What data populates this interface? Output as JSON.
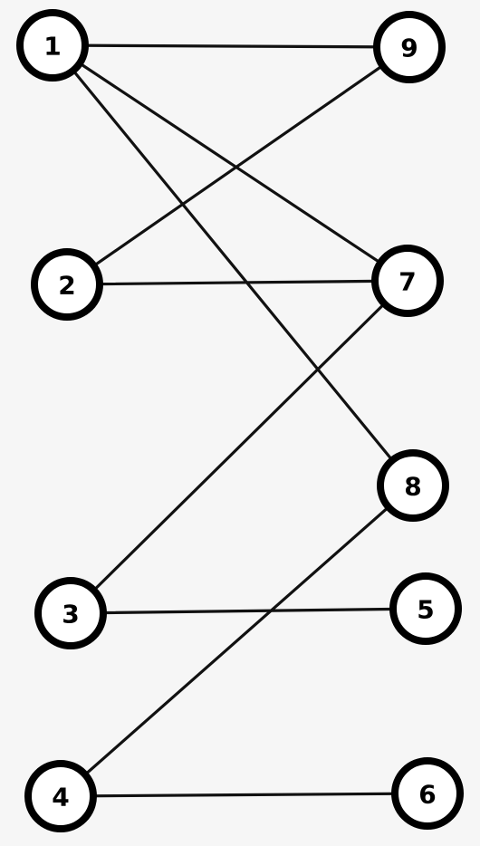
{
  "graph": {
    "nodes": [
      {
        "id": "1",
        "label": "1"
      },
      {
        "id": "9",
        "label": "9"
      },
      {
        "id": "2",
        "label": "2"
      },
      {
        "id": "7",
        "label": "7"
      },
      {
        "id": "8",
        "label": "8"
      },
      {
        "id": "3",
        "label": "3"
      },
      {
        "id": "5",
        "label": "5"
      },
      {
        "id": "4",
        "label": "4"
      },
      {
        "id": "6",
        "label": "6"
      }
    ],
    "edges": [
      {
        "from": "1",
        "to": "9"
      },
      {
        "from": "1",
        "to": "7"
      },
      {
        "from": "1",
        "to": "8"
      },
      {
        "from": "9",
        "to": "2"
      },
      {
        "from": "2",
        "to": "7"
      },
      {
        "from": "7",
        "to": "3"
      },
      {
        "from": "3",
        "to": "5"
      },
      {
        "from": "8",
        "to": "4"
      },
      {
        "from": "4",
        "to": "6"
      }
    ],
    "colors": {
      "background": "#f6f6f6",
      "node_fill": "#ffffff",
      "node_stroke": "#000000",
      "edge": "#111111",
      "label": "#000000"
    }
  }
}
